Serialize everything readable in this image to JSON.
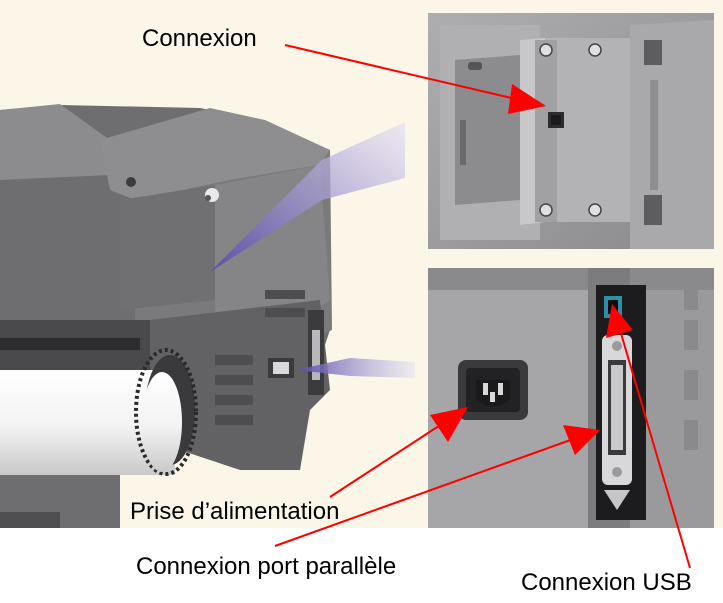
{
  "callouts": {
    "network": "Connexion",
    "power": "Prise d’alimentation",
    "parallel": "Connexion port parallèle",
    "usb": "Connexion USB"
  },
  "colors": {
    "background": "#fbf6e8",
    "printer_body": "#7d7d7f",
    "printer_dark": "#4f4f52",
    "panel": "#9c9c9e",
    "arrow": "#ff0000",
    "magnifier_beam": "#7f6fc8"
  },
  "icons": [
    "printer-illustration",
    "network-card-detail",
    "rear-port-panel-detail",
    "red-callout-arrow",
    "paper-roll"
  ]
}
